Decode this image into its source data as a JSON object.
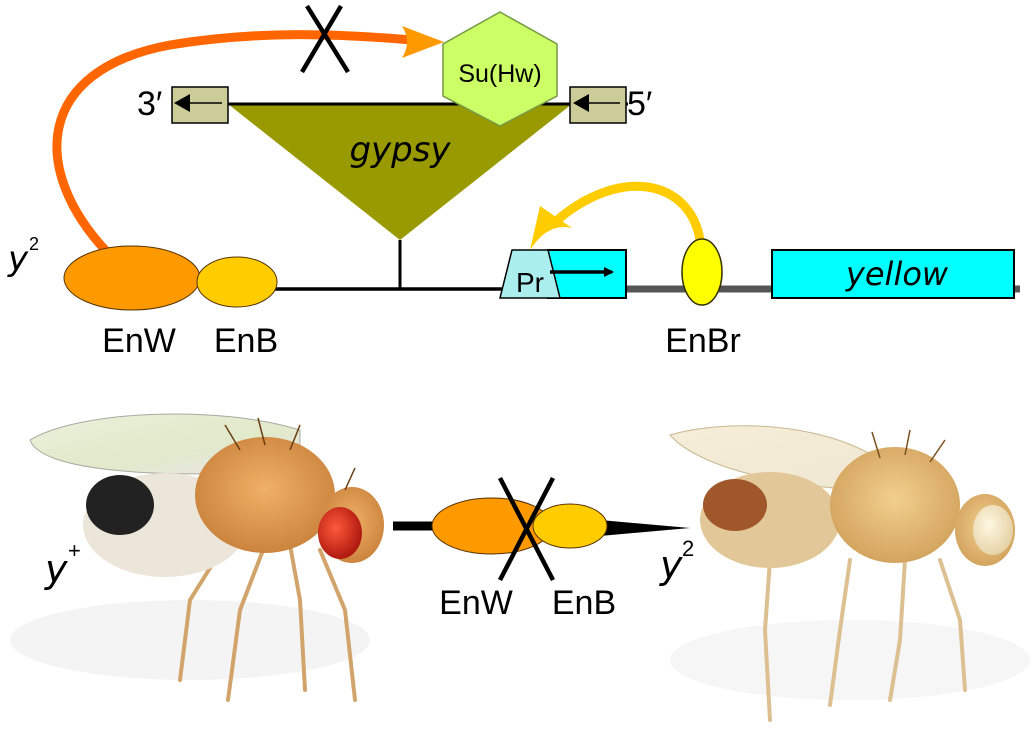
{
  "diagram": {
    "insulator_protein": "Su(Hw)",
    "transposon": "gypsy",
    "end_3": "3′",
    "end_5": "5′",
    "allele_mutant_base": "y",
    "allele_mutant_sup": "2",
    "enhancer_wing": "EnW",
    "enhancer_body": "EnB",
    "promoter": "Pr",
    "enhancer_bristle": "EnBr",
    "gene": "yellow"
  },
  "photos": {
    "wild_type_base": "y",
    "wild_type_sup": "+",
    "mutant_base": "y",
    "mutant_sup": "2",
    "enhancer_wing": "EnW",
    "enhancer_body": "EnB"
  },
  "colors": {
    "gypsy_triangle": "#999900",
    "ltr_box": "#cccc99",
    "su_hw": "#ccff66",
    "enw": "#ff9900",
    "enb": "#ffcc00",
    "enbr": "#ffff00",
    "gene_box": "#00ffff",
    "promoter": "#aaeeee",
    "orange_arrow": "#ff6600",
    "yellow_arrow": "#ffcc00"
  }
}
